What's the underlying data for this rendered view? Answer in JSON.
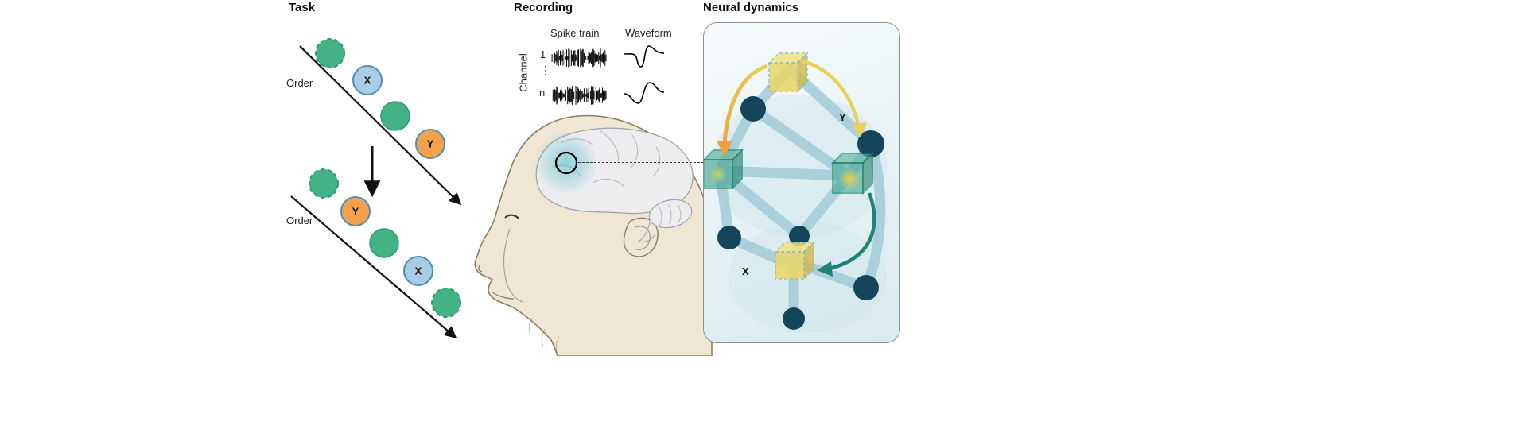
{
  "figure": {
    "panels": {
      "task": {
        "title": "Task",
        "order1": "Order",
        "order2": "Order",
        "seq1": {
          "item2": "X",
          "item4": "Y"
        },
        "seq2": {
          "item2": "Y",
          "item4": "X"
        }
      },
      "recording": {
        "title": "Recording",
        "spike_train": "Spike train",
        "waveform": "Waveform",
        "channel": "Channel",
        "row_first": "1",
        "row_last": "n",
        "dots": "⋮"
      },
      "neural": {
        "title": "Neural dynamics",
        "label_y": "Y",
        "label_x": "X"
      }
    },
    "colors": {
      "green": "#43B287",
      "green-stroke": "#2E9A72",
      "blue-fill": "#A9CEE4",
      "blue-stroke": "#4E8FB8",
      "orange-fill": "#F5A14E",
      "orange-stroke": "#4E8FB8",
      "arrow-black": "#111111",
      "node": "#14455B",
      "edge": "#A9CFDB",
      "panel-border": "#8A9094",
      "teal-arrow": "#1E8276",
      "orange-arrow": "#F0A239",
      "yellow-arrow": "#E8D05C",
      "glow-teal": "#46B9C3",
      "monkey-skin": "#EFE6D4",
      "monkey-line": "#8E7C5E",
      "brain-fill": "#EDEDEF",
      "brain-line": "#9FA3AC"
    }
  }
}
